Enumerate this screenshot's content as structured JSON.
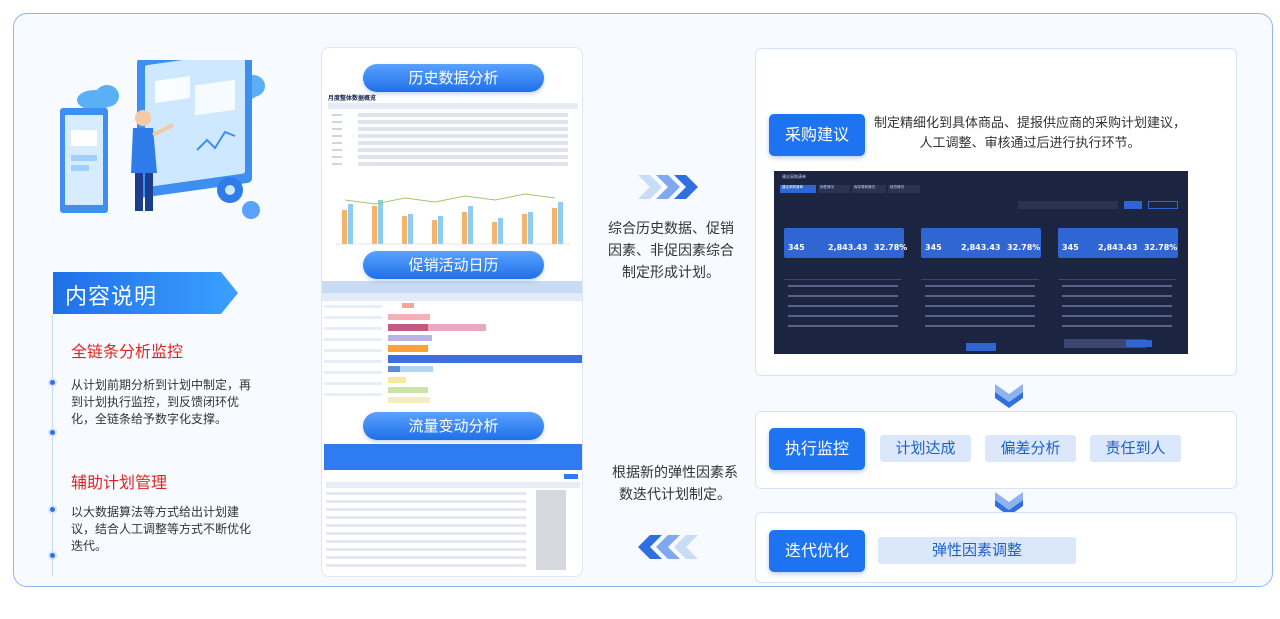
{
  "left": {
    "section_heading": "内容说明",
    "items": [
      {
        "title": "全链条分析监控",
        "text": "从计划前期分析到计划中制定，再到计划执行监控，到反馈闭环优化，全链条给予数字化支撑。"
      },
      {
        "title": "辅助计划管理",
        "text": "以大数据算法等方式给出计划建议，结合人工调整等方式不断优化迭代。"
      }
    ]
  },
  "middle": {
    "tabs": [
      "历史数据分析",
      "促销活动日历",
      "流量变动分析"
    ],
    "history_table_title": "月度整体数据概览"
  },
  "flow": {
    "forward_text": [
      "综合历史数据、促销",
      "因素、非促因素综合",
      "制定形成计划。"
    ],
    "backward_text": [
      "根据新的弹性因素系",
      "数迭代计划制定。"
    ]
  },
  "right": {
    "purchase": {
      "label": "采购建议",
      "desc": [
        "制定精细化到具体商品、提报供应商的采购计划建议，",
        "人工调整、审核通过后进行执行环节。"
      ],
      "screen": {
        "title": "建议采购清单",
        "tabs": [
          "建议采购清单",
          "销售情况",
          "库存周转情况",
          "缺货情况"
        ],
        "cards": [
          {
            "v1": "345",
            "v2": "2,843.43",
            "v3": "32.78%"
          },
          {
            "v1": "345",
            "v2": "2,843.43",
            "v3": "32.78%"
          },
          {
            "v1": "345",
            "v2": "2,843.43",
            "v3": "32.78%"
          }
        ]
      }
    },
    "monitor": {
      "label": "执行监控",
      "chips": [
        "计划达成",
        "偏差分析",
        "责任到人"
      ]
    },
    "iterate": {
      "label": "迭代优化",
      "chip": "弹性因素调整"
    }
  },
  "colors": {
    "accent": "#1e73f0",
    "highlight": "#e02424",
    "chip_bg": "#dbe8fb"
  }
}
